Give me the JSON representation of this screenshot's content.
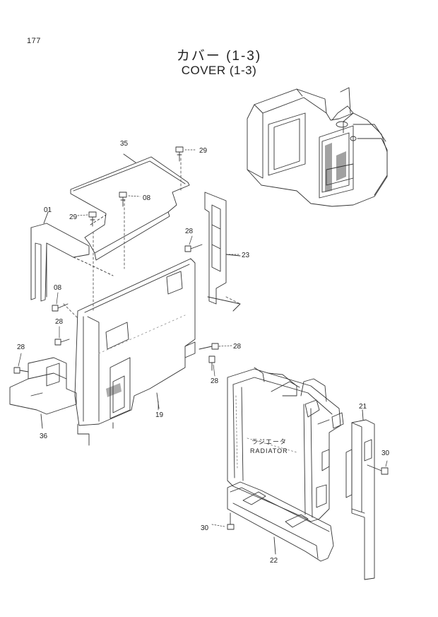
{
  "page_number": "177",
  "title_jp": "カバー (1-3)",
  "title_en": "COVER (1-3)",
  "callout": {
    "jp": "ラジエータ",
    "en": "RADIATOR"
  },
  "labels": {
    "p35": "35",
    "p29a": "29",
    "p08a": "08",
    "p01": "01",
    "p29b": "29",
    "p28a": "28",
    "p23": "23",
    "p08b": "08",
    "p28b": "28",
    "p28c": "28",
    "p28d": "28",
    "p28e": "28",
    "p36": "36",
    "p19": "19",
    "p21": "21",
    "p30a": "30",
    "p30b": "30",
    "p22": "22"
  }
}
